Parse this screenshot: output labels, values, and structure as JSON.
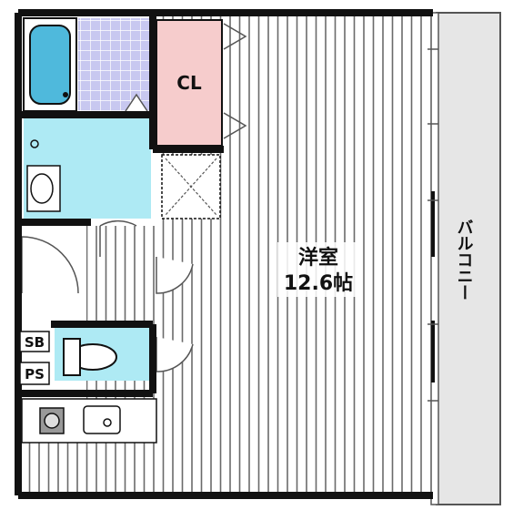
{
  "rooms": {
    "western_room": {
      "name": "洋室",
      "size": "12.6帖"
    },
    "closet": {
      "label": "CL"
    },
    "balcony": {
      "label": "バルコニー"
    }
  },
  "tags": {
    "sb": "SB",
    "ps": "PS"
  },
  "colors": {
    "wall": "#111111",
    "floor_stripe": "#6a6a6a",
    "bath_tile": "#c8c8f0",
    "wet_area": "#aeeaf4",
    "closet": "#f6cccc",
    "balcony": "#e6e6e6",
    "tub": "#4fb9dc"
  }
}
